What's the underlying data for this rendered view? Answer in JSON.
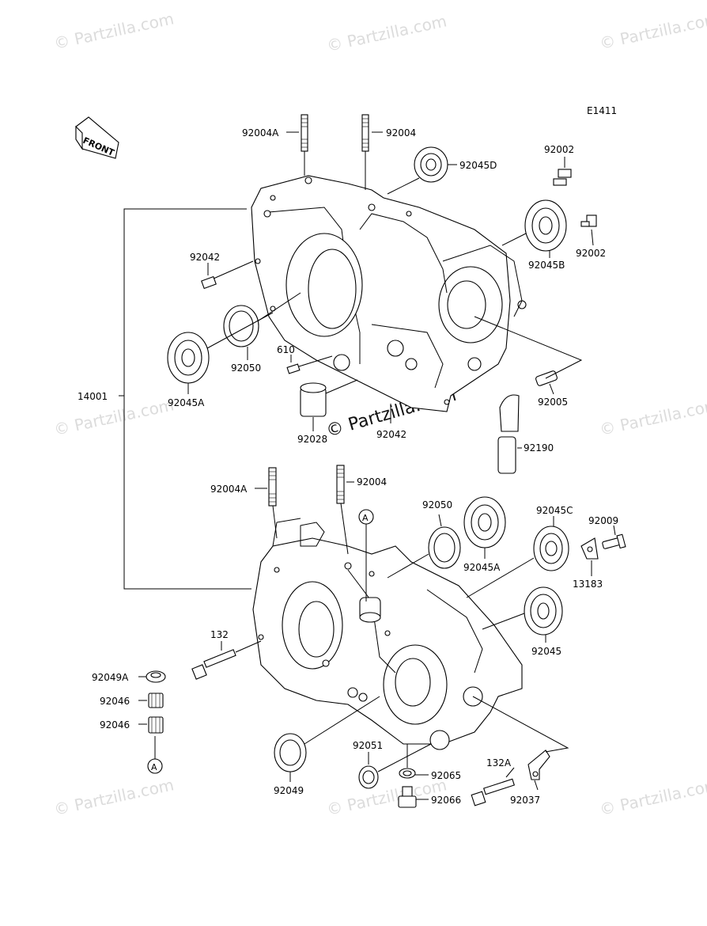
{
  "diagram_code": "E1411",
  "front_label": "FRONT",
  "watermark": "© Partzilla.com",
  "callout_marker": "A",
  "parts": {
    "p92004A_top": "92004A",
    "p92004_top": "92004",
    "p92045D": "92045D",
    "p92002_a": "92002",
    "p92002_b": "92002",
    "p92045B": "92045B",
    "p92042_top": "92042",
    "p92050_top": "92050",
    "p610": "610",
    "p92045A_top": "92045A",
    "p14001": "14001",
    "p92005": "92005",
    "p92028": "92028",
    "p92042_mid": "92042",
    "p92190": "92190",
    "p92004A_bot": "92004A",
    "p92004_bot": "92004",
    "p92050_bot": "92050",
    "p92045A_bot": "92045A",
    "p92045C": "92045C",
    "p92009": "92009",
    "p13183": "13183",
    "p132": "132",
    "p92045": "92045",
    "p92049A": "92049A",
    "p92046_a": "92046",
    "p92046_b": "92046",
    "p92051": "92051",
    "p92065": "92065",
    "p132A": "132A",
    "p92049": "92049",
    "p92066": "92066",
    "p92037": "92037"
  }
}
